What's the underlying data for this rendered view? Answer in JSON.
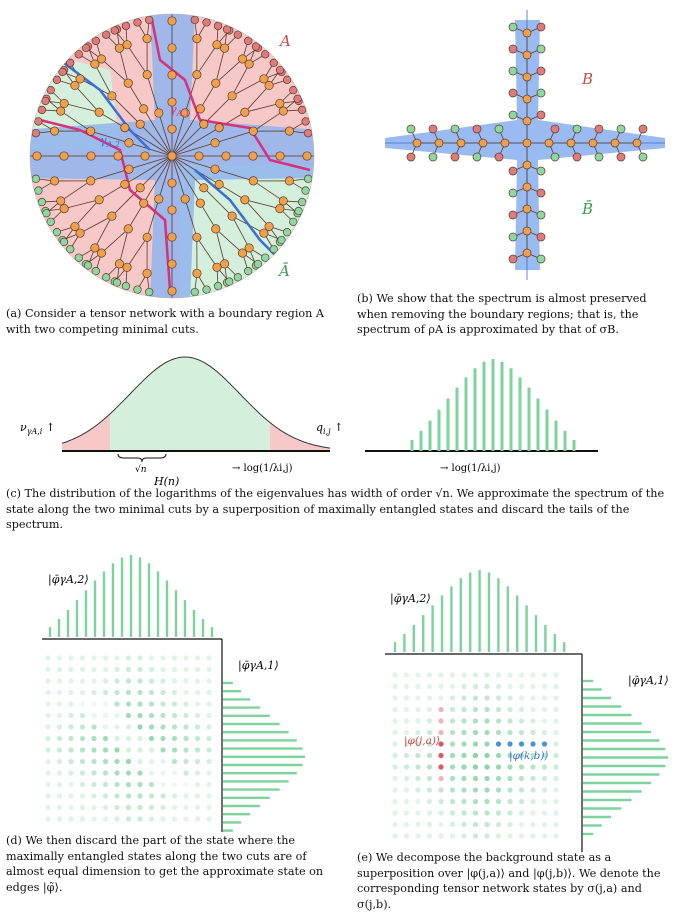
{
  "panel_a": {
    "region_label": "A",
    "complement_label": "Ā",
    "cut1_label": "γ",
    "cut1_sub": "A,1",
    "cut2_label": "γ",
    "cut2_sub": "A,2",
    "caption": "(a) Consider a tensor network with a boundary region A with two competing minimal cuts."
  },
  "panel_b": {
    "region_label": "B",
    "complement_label": "B̄",
    "caption": "(b) We show that the spectrum is almost preserved when removing the boundary regions; that is, the spectrum of ρA is approximated by that of σB."
  },
  "panel_c": {
    "left_ylabel": "ν",
    "left_ylabel_sub": "γA,i",
    "right_ylabel": "q",
    "right_ylabel_sub": "i,j",
    "arrow": "↑",
    "sqrt_label": "√n",
    "center_label": "H(n)",
    "xlabel": "→ log(1/λi,j)",
    "caption": "(c) The distribution of the logarithms of the eigenvalues has width of order √n. We approximate the spectrum of the state along the two minimal cuts by a superposition of maximally entangled states and discard the tails of the spectrum."
  },
  "panel_d": {
    "top_label": "|φ̄γA,2⟩",
    "right_label": "|φ̄γA,1⟩",
    "caption": "(d) We then discard the part of the state where the maximally entangled states along the two cuts are of almost equal dimension to get the approximate state on edges |φ̃⟩."
  },
  "panel_e": {
    "top_label": "|φ̄γA,2⟩",
    "right_label": "|φ̄γA,1⟩",
    "red_label": "|φ(j,a)⟩",
    "blue_label": "|φ(k,b)⟩",
    "caption": "(e) We decompose the background state as a superposition over |φ(j,a)⟩ and |φ(j,b)⟩. We denote the corresponding tensor network states by σ(j,a) and σ(j,b)."
  },
  "chart_data": {
    "type": "bar",
    "title": "",
    "histogram_values": [
      0.12,
      0.22,
      0.33,
      0.45,
      0.57,
      0.69,
      0.8,
      0.9,
      0.97,
      1.0,
      0.97,
      0.9,
      0.8,
      0.69,
      0.57,
      0.45,
      0.33,
      0.22,
      0.12
    ],
    "grid_size": 15
  },
  "colors": {
    "green": "#7dd39b",
    "green_light": "#d4efdc",
    "red_light": "#f6c8c8",
    "blue": "#8fb4ef",
    "orange": "#f0a04b",
    "red_node": "#e07b7b",
    "green_node": "#8ed8a0",
    "cut_red": "#d8307a",
    "cut_blue": "#3b6fd6",
    "dot_red": "#d85a5a",
    "dot_blue": "#3b8fd0"
  }
}
